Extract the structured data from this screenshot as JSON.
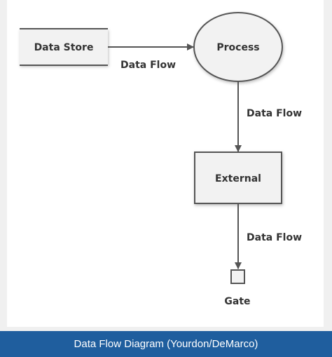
{
  "diagram": {
    "nodes": {
      "data_store": "Data Store",
      "process": "Process",
      "external": "External",
      "gate": "Gate"
    },
    "flows": {
      "store_to_process": "Data Flow",
      "process_to_external": "Data Flow",
      "external_to_gate": "Data Flow"
    }
  },
  "caption": "Data Flow Diagram (Yourdon/DeMarco)",
  "colors": {
    "node_fill": "#f2f2f2",
    "stroke": "#555555",
    "caption_bg": "#1f5e9e"
  }
}
